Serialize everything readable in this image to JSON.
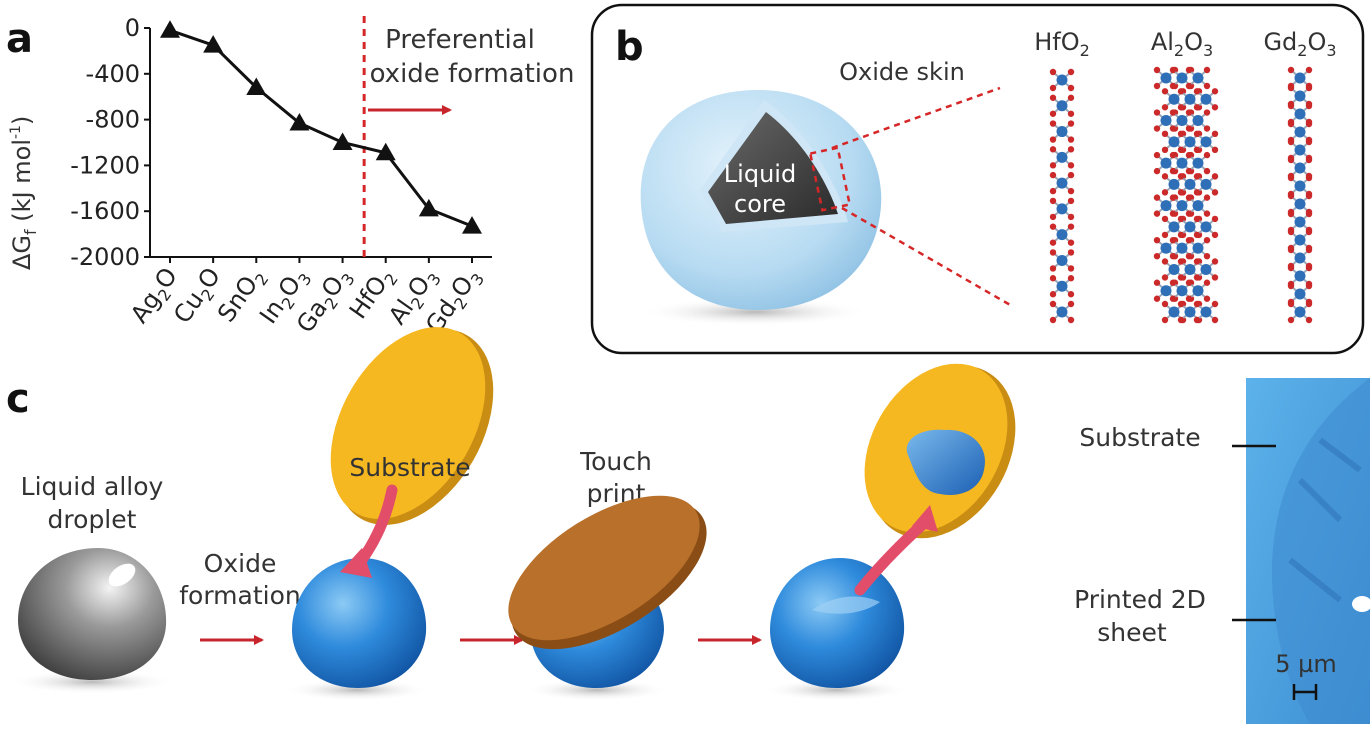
{
  "panel_a": {
    "letter": "a",
    "annotation_line1": "Preferential",
    "annotation_line2": "oxide formation",
    "ylabel_delta": "ΔG",
    "ylabel_sub": "f",
    "ylabel_units": " (kJ mol",
    "ylabel_sup": "-1",
    "ylabel_close": ")"
  },
  "chart_data": {
    "type": "line",
    "categories": [
      "Ag2O",
      "Cu2O",
      "SnO2",
      "In2O3",
      "Ga2O3",
      "HfO2",
      "Al2O3",
      "Gd2O3"
    ],
    "category_parts": [
      [
        "Ag",
        "2",
        "O",
        ""
      ],
      [
        "Cu",
        "2",
        "O",
        ""
      ],
      [
        "SnO",
        "2",
        "",
        ""
      ],
      [
        "In",
        "2",
        "O",
        "3"
      ],
      [
        "Ga",
        "2",
        "O",
        "3"
      ],
      [
        "HfO",
        "2",
        "",
        ""
      ],
      [
        "Al",
        "2",
        "O",
        "3"
      ],
      [
        "Gd",
        "2",
        "O",
        "3"
      ]
    ],
    "values": [
      -20,
      -150,
      -520,
      -830,
      -1000,
      -1090,
      -1580,
      -1730
    ],
    "ylim": [
      -2000,
      0
    ],
    "yticks": [
      "0",
      "-400",
      "-800",
      "-1200",
      "-1600",
      "-2000"
    ],
    "ytick_values": [
      0,
      -400,
      -800,
      -1200,
      -1600,
      -2000
    ],
    "divider_between": [
      "Ga2O3",
      "HfO2"
    ],
    "marker": "triangle",
    "line_color": "#111111",
    "divider_color": "#d62728"
  },
  "panel_b": {
    "letter": "b",
    "oxide_skin": "Oxide skin",
    "core_line1": "Liquid",
    "core_line2": "core",
    "structures": [
      {
        "el": "Hf",
        "n1": "",
        "o": "O",
        "n2": "2"
      },
      {
        "el": "Al",
        "n1": "2",
        "o": "O",
        "n2": "3"
      },
      {
        "el": "Gd",
        "n1": "2",
        "o": "O",
        "n2": "3"
      }
    ]
  },
  "panel_c": {
    "letter": "c",
    "droplet_line1": "Liquid alloy",
    "droplet_line2": "droplet",
    "oxide_line1": "Oxide",
    "oxide_line2": "formation",
    "substrate": "Substrate",
    "touch_line1": "Touch",
    "touch_line2": "print",
    "micro_substrate": "Substrate",
    "micro_sheet_line1": "Printed 2D",
    "micro_sheet_line2": "sheet",
    "scale_bar": "5 µm"
  },
  "colors": {
    "red_arrow": "#c8242b",
    "droplet_blue": "#2b7fd0",
    "substrate_gold": "#f6b820",
    "substrate_bronze": "#b8702a",
    "micrograph": "#4fa6e3",
    "atom_metal": "#2e6fb7",
    "atom_oxygen": "#cc2a2a"
  }
}
